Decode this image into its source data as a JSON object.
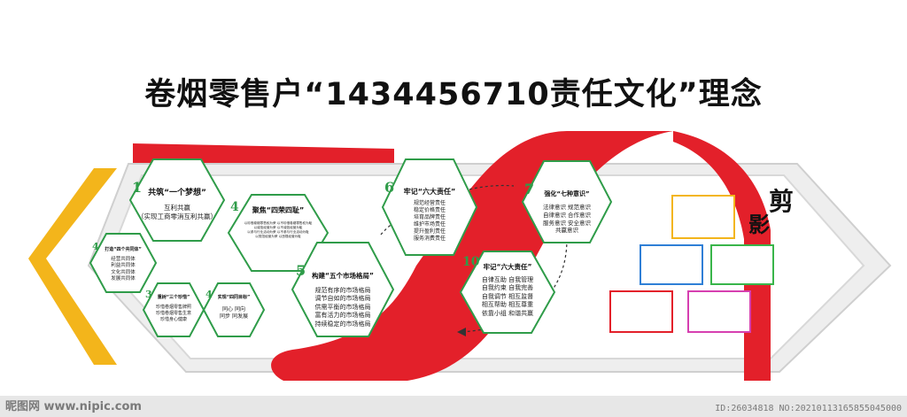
{
  "title": "卷烟零售户“1434456710责任文化”理念",
  "colors": {
    "accent_red": "#e3202a",
    "accent_green": "#2f9c49",
    "accent_yellow": "#f3b51b"
  },
  "hexagons": [
    {
      "num": "1",
      "title": "共筑“一个梦想”",
      "body": "互利共赢\n（实现工商零消互利共赢）"
    },
    {
      "num": "4",
      "title": "聚焦“四荣四耻”",
      "body": "以珍惜卷烟零售权为荣  以不珍惜卷烟零售权为耻\n以诚信经营为荣  以不诚信经营为耻\n以参与行业活动为荣  以不参与行业活动为耻\n以规范经营为荣  以违规经营为耻"
    },
    {
      "num": "4",
      "title": "打造“四个共同体”",
      "body": "经营共同体\n利益共同体\n文化共同体\n发展共同体"
    },
    {
      "num": "3",
      "title": "重树“三个珍惜”",
      "body": "珍惜卷烟零售牌照\n珍惜卷烟零售生意\n珍惜身心健康"
    },
    {
      "num": "4",
      "title": "实现“四同目标”",
      "body": "同心   同向\n同步   同发展"
    },
    {
      "num": "5",
      "title": "构建“五个市场格局”",
      "body": "规范有序的市场格局\n调节自如的市场格局\n供需平衡的市场格局\n富有活力的市场格局\n持续稳定的市场格局"
    },
    {
      "num": "6",
      "title": "牢记“六大责任”",
      "body": "规范经营责任\n稳定价格责任\n培育品牌责任\n维护市场责任\n提升盈利责任\n服务消费责任"
    },
    {
      "num": "7",
      "title": "强化“七种意识”",
      "body": "法律意识   规范意识\n自律意识   合作意识\n服务意识   安全意识\n共赢意识"
    },
    {
      "num": "10",
      "title": "牢记“六大责任”",
      "body": "自律互助   自我管理\n自我约束   自我完善\n自我调节   相互监督\n相互帮助   相互尊重\n依靠小组   和谐共赢"
    }
  ],
  "calligraphy": {
    "char1": "剪",
    "char2": "影"
  },
  "frames": [
    {
      "color": "#f3b51b"
    },
    {
      "color": "#2f7fd6"
    },
    {
      "color": "#39b54a"
    },
    {
      "color": "#e3202a"
    },
    {
      "color": "#d63fb0"
    }
  ],
  "watermark": {
    "left": "昵图网 www.nipic.com",
    "right": "ID:26034818 NO:20210113165855045000"
  }
}
